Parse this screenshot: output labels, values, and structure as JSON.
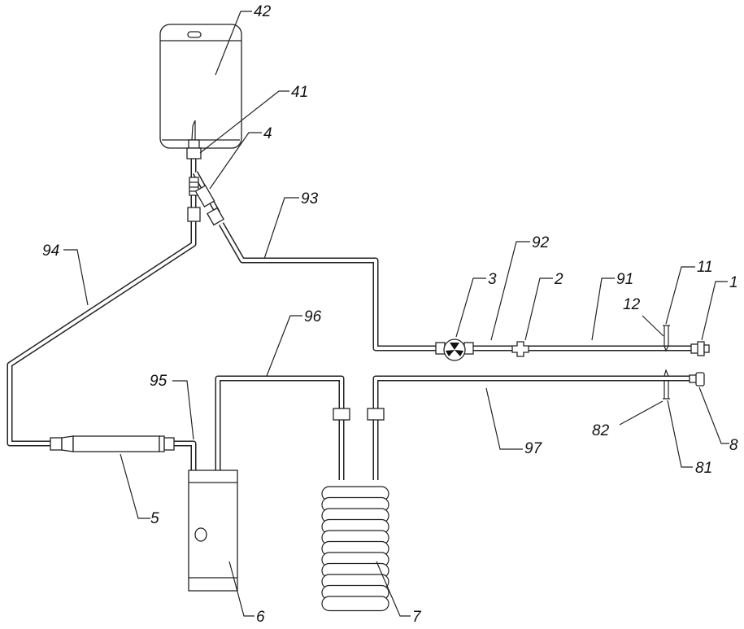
{
  "figure": {
    "labels": {
      "bag": "42",
      "bag_connector": "41",
      "y_connector": "4",
      "tube_93": "93",
      "tube_94": "94",
      "tube_92": "92",
      "pump": "3",
      "cross_connector": "2",
      "tube_91": "91",
      "valve_top": "11",
      "valve_top_port": "12",
      "inlet_connector": "1",
      "tube_96": "96",
      "tube_95": "95",
      "tube_97": "97",
      "valve_bottom_port": "82",
      "outlet_connector": "8",
      "valve_bottom": "81",
      "filter": "5",
      "chamber": "6",
      "coil": "7"
    }
  }
}
